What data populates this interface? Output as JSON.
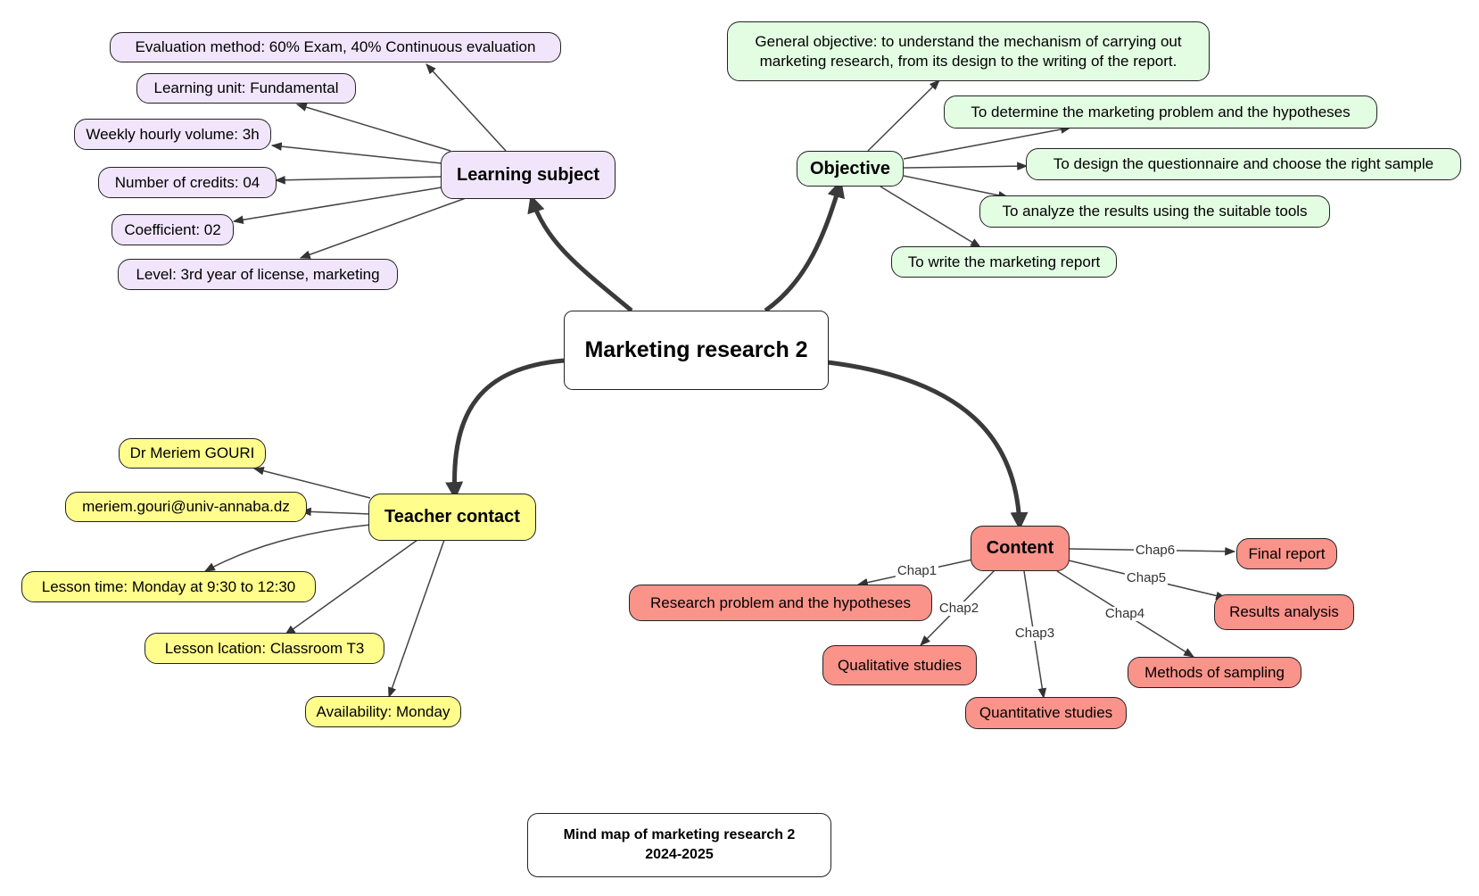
{
  "center": {
    "label": "Marketing research 2"
  },
  "branches": {
    "learning_subject": {
      "label": "Learning subject",
      "items": [
        "Evaluation method: 60% Exam, 40% Continuous evaluation",
        "Learning unit: Fundamental",
        "Weekly hourly volume: 3h",
        "Number of credits: 04",
        "Coefficient: 02",
        "Level: 3rd year of license, marketing"
      ]
    },
    "objective": {
      "label": "Objective",
      "general": "General objective: to understand the mechanism of carrying out marketing research, from its design to the writing of the report.",
      "items": [
        "To determine the marketing problem and the hypotheses",
        "To design the questionnaire and choose the right sample",
        "To analyze the results using the suitable tools",
        "To write the marketing report"
      ]
    },
    "teacher_contact": {
      "label": "Teacher contact",
      "items": [
        "Dr Meriem GOURI",
        "meriem.gouri@univ-annaba.dz",
        "Lesson time: Monday at 9:30 to 12:30",
        "Lesson lcation: Classroom T3",
        "Availability: Monday"
      ]
    },
    "content": {
      "label": "Content",
      "chapters": [
        {
          "chap": "Chap1",
          "title": "Research problem and the hypotheses"
        },
        {
          "chap": "Chap2",
          "title": "Qualitative studies"
        },
        {
          "chap": "Chap3",
          "title": "Quantitative studies"
        },
        {
          "chap": "Chap4",
          "title": "Methods of sampling"
        },
        {
          "chap": "Chap5",
          "title": "Results analysis"
        },
        {
          "chap": "Chap6",
          "title": "Final report"
        }
      ]
    }
  },
  "note": {
    "line1": "Mind map of  marketing research 2",
    "line2": "2024-2025"
  },
  "colors": {
    "learning_subject": "#f1e5fb",
    "objective": "#e3fde3",
    "teacher_contact": "#fffd8c",
    "content": "#fa938a"
  }
}
